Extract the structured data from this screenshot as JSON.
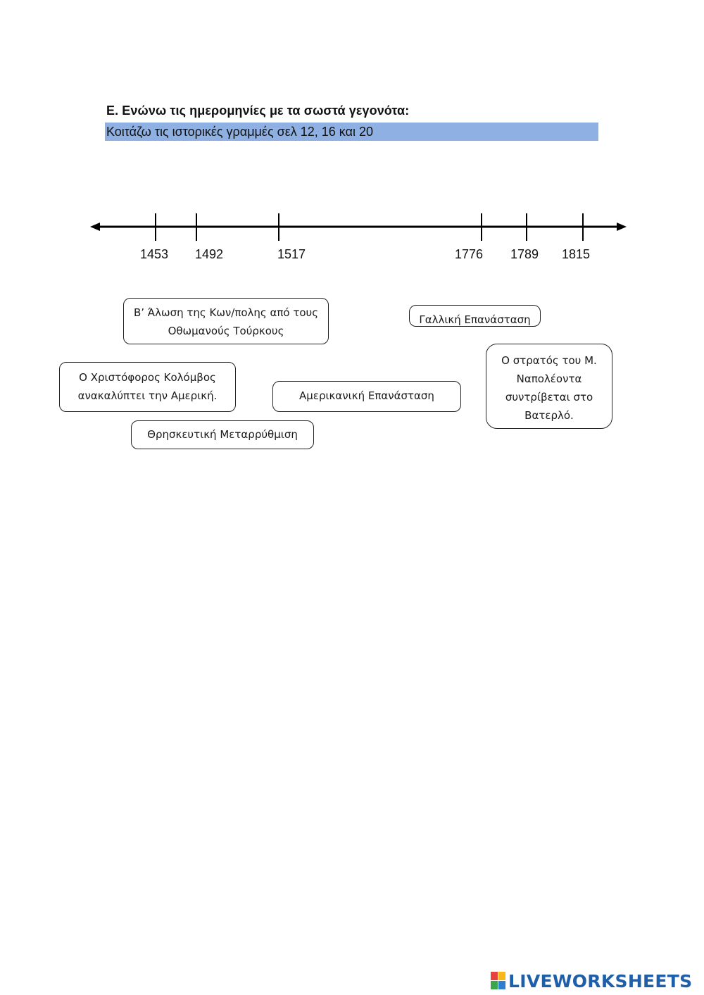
{
  "worksheet": {
    "heading": "Ε. Ενώνω τις ημερομηνίες με τα σωστά γεγονότα:",
    "subheading": "Κοιτάζω τις ιστορικές γραμμές σελ 12, 16 και 20",
    "highlight_color": "#8eb0e2"
  },
  "timeline": {
    "years": [
      "1453",
      "1492",
      "1517",
      "1776",
      "1789",
      "1815"
    ]
  },
  "events": {
    "fall_constantinople": [
      "Β’ Άλωση της Κων/πολης από τους",
      "Οθωμανούς Τούρκους"
    ],
    "french_revolution": "Γαλλική Επανάσταση",
    "columbus": [
      "Ο Χριστόφορος Κολόμβος",
      "ανακαλύπτει την Αμερική."
    ],
    "american_revolution": "Αμερικανική Επανάσταση",
    "waterloo": [
      "Ο στρατός του Μ.",
      "Ναπολέοντα",
      "συντρίβεται στο",
      "Βατερλό."
    ],
    "reformation": "Θρησκευτική Μεταρρύθμιση"
  },
  "branding": {
    "logo_text": "LIVEWORKSHEETS",
    "logo_color": "#1f5ea8"
  }
}
